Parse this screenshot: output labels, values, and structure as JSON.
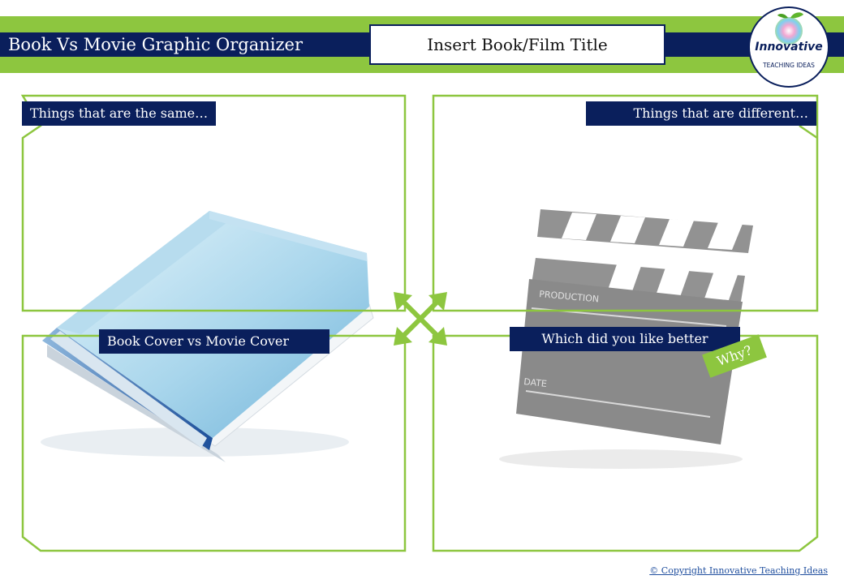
{
  "header": {
    "title": "Book Vs Movie Graphic Organizer",
    "title_box_placeholder": "Insert Book/Film Title"
  },
  "logo": {
    "word": "Innovative",
    "subtitle": "TEACHING IDEAS"
  },
  "quadrants": {
    "top_left_label": "Things that are the same…",
    "top_right_label": "Things that are different…",
    "bottom_left_label": "Book Cover vs Movie Cover",
    "bottom_right_label": "Which did you like better",
    "bottom_right_tag": "Why?"
  },
  "clapperboard": {
    "production_label": "PRODUCTION",
    "date_label": "DATE"
  },
  "footer": {
    "copyright": "© Copyright Innovative Teaching Ideas"
  },
  "colors": {
    "green": "#8dc63f",
    "navy": "#0a1f5c"
  },
  "icons": [
    "book-icon",
    "clapperboard-icon",
    "four-way-arrow-icon",
    "apple-logo-icon"
  ]
}
